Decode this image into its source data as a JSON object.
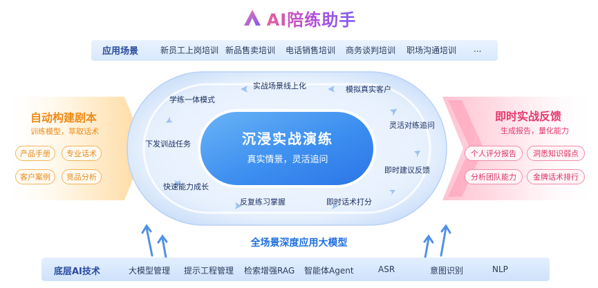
{
  "title": "AI陪练助手",
  "scenarios": {
    "label": "应用场景",
    "items": [
      "新员工上岗培训",
      "新品售卖培训",
      "电话销售培训",
      "商务谈判培训",
      "职场沟通培训",
      "..."
    ]
  },
  "left_panel": {
    "title": "自动构建剧本",
    "subtitle": "训练模型，萃取话术",
    "tags": [
      "产品手册",
      "专业话术",
      "客户案例",
      "竞品分析"
    ]
  },
  "right_panel": {
    "title": "即时实战反馈",
    "subtitle": "生成报告，量化能力",
    "tags": [
      "个人评分报告",
      "洞悉知识弱点",
      "分析团队能力",
      "金牌话术排行"
    ]
  },
  "core": {
    "title": "沉浸实战演练",
    "subtitle": "真实情景，灵活追问"
  },
  "loop_steps": [
    "实战场景线上化",
    "模拟真实客户",
    "灵活对练追问",
    "即时建议反馈",
    "即时话术打分",
    "反复练习掌握",
    "快速能力成长",
    "下发训战任务",
    "学练一体模式"
  ],
  "model_banner": "全场景深度应用大模型",
  "tech": {
    "label": "底层AI技术",
    "items": [
      "大模型管理",
      "提示工程管理",
      "检索增强RAG",
      "智能体Agent",
      "ASR",
      "意图识别",
      "NLP"
    ]
  },
  "colors": {
    "left_accent": "#f08a16",
    "right_accent": "#e63970",
    "blue_accent": "#1f6fe0"
  }
}
